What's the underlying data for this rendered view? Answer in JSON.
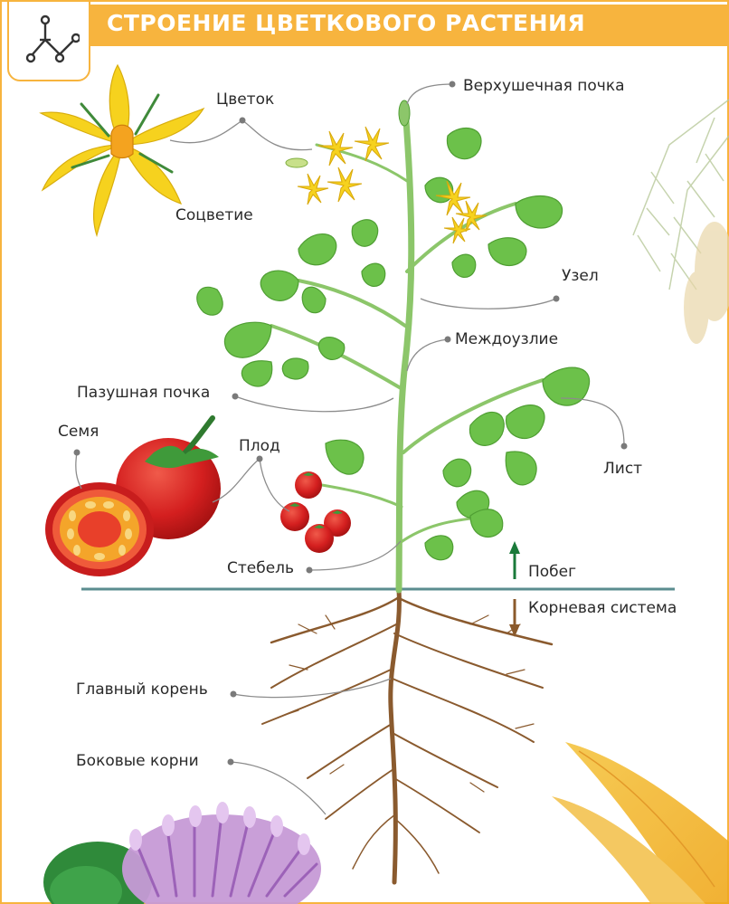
{
  "header": {
    "title": "СТРОЕНИЕ ЦВЕТКОВОГО РАСТЕНИЯ",
    "icon": "molecule-icon"
  },
  "labels": {
    "flower": "Цветок",
    "inflorescence": "Соцветие",
    "apical_bud": "Верхушечная почка",
    "node": "Узел",
    "internode": "Междоузлие",
    "axillary_bud": "Пазушная почка",
    "seed": "Семя",
    "fruit": "Плод",
    "leaf": "Лист",
    "stem": "Стебель",
    "shoot": "Побег",
    "root_system": "Корневая система",
    "main_root": "Главный корень",
    "lateral_roots": "Боковые корни"
  },
  "colors": {
    "header_bg": "#f7b43e",
    "ground_line": "#5b8d8f",
    "shoot_arrow": "#1a7a3a",
    "root_arrow": "#8b5a2b",
    "leaf": "#6cc14a",
    "flower": "#f6d21e",
    "tomato": "#d62828",
    "root": "#8a5a2e"
  }
}
